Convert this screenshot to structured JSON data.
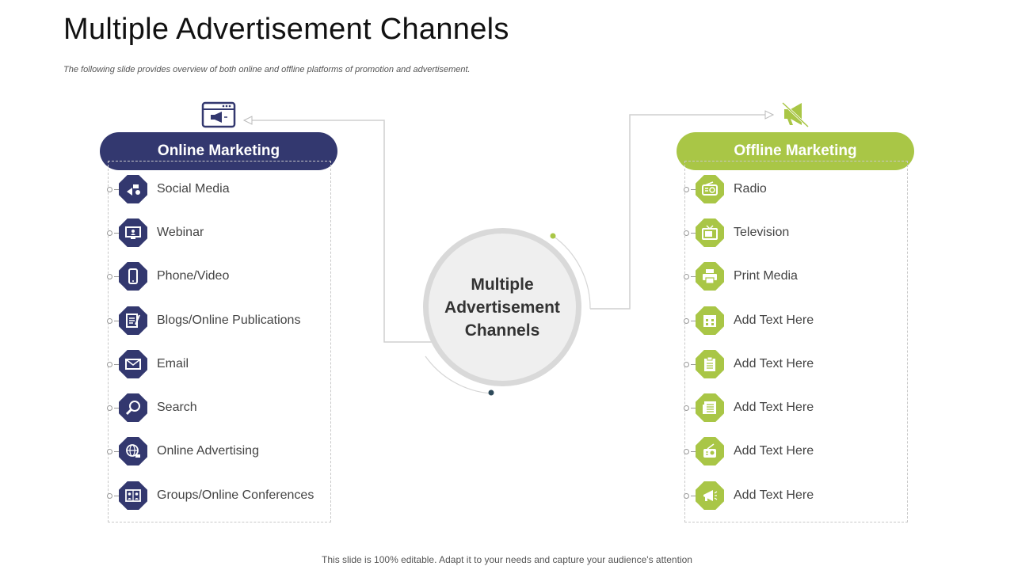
{
  "title": "Multiple Advertisement Channels",
  "subtitle": "The following slide provides overview of both online and offline platforms of promotion and advertisement.",
  "center_label": "Multiple Advertisement Channels",
  "online": {
    "header": "Online Marketing",
    "top_icon": "megaphone-browser-icon",
    "items": [
      {
        "label": "Social Media",
        "icon": "social-share-icon"
      },
      {
        "label": "Webinar",
        "icon": "monitor-user-icon"
      },
      {
        "label": "Phone/Video",
        "icon": "smartphone-icon"
      },
      {
        "label": "Blogs/Online  Publications",
        "icon": "document-pen-icon"
      },
      {
        "label": "Email",
        "icon": "envelope-icon"
      },
      {
        "label": "Search",
        "icon": "magnifier-icon"
      },
      {
        "label": "Online Advertising",
        "icon": "globe-icon"
      },
      {
        "label": "Groups/Online  Conferences",
        "icon": "video-conference-icon"
      }
    ]
  },
  "offline": {
    "header": "Offline Marketing",
    "top_icon": "muted-megaphone-icon",
    "items": [
      {
        "label": "Radio",
        "icon": "radio-icon"
      },
      {
        "label": "Television",
        "icon": "television-icon"
      },
      {
        "label": "Print Media",
        "icon": "printer-icon"
      },
      {
        "label": "Add Text Here",
        "icon": "calendar-icon"
      },
      {
        "label": "Add Text Here",
        "icon": "clipboard-icon"
      },
      {
        "label": "Add Text Here",
        "icon": "newspaper-icon"
      },
      {
        "label": "Add Text Here",
        "icon": "radio-antenna-icon"
      },
      {
        "label": "Add Text Here",
        "icon": "megaphone-icon"
      }
    ]
  },
  "footer": "This slide is 100% editable. Adapt it to your needs and capture your audience's attention",
  "colors": {
    "online": "#33386f",
    "offline": "#a9c646",
    "ring": "#d9d9d9"
  }
}
